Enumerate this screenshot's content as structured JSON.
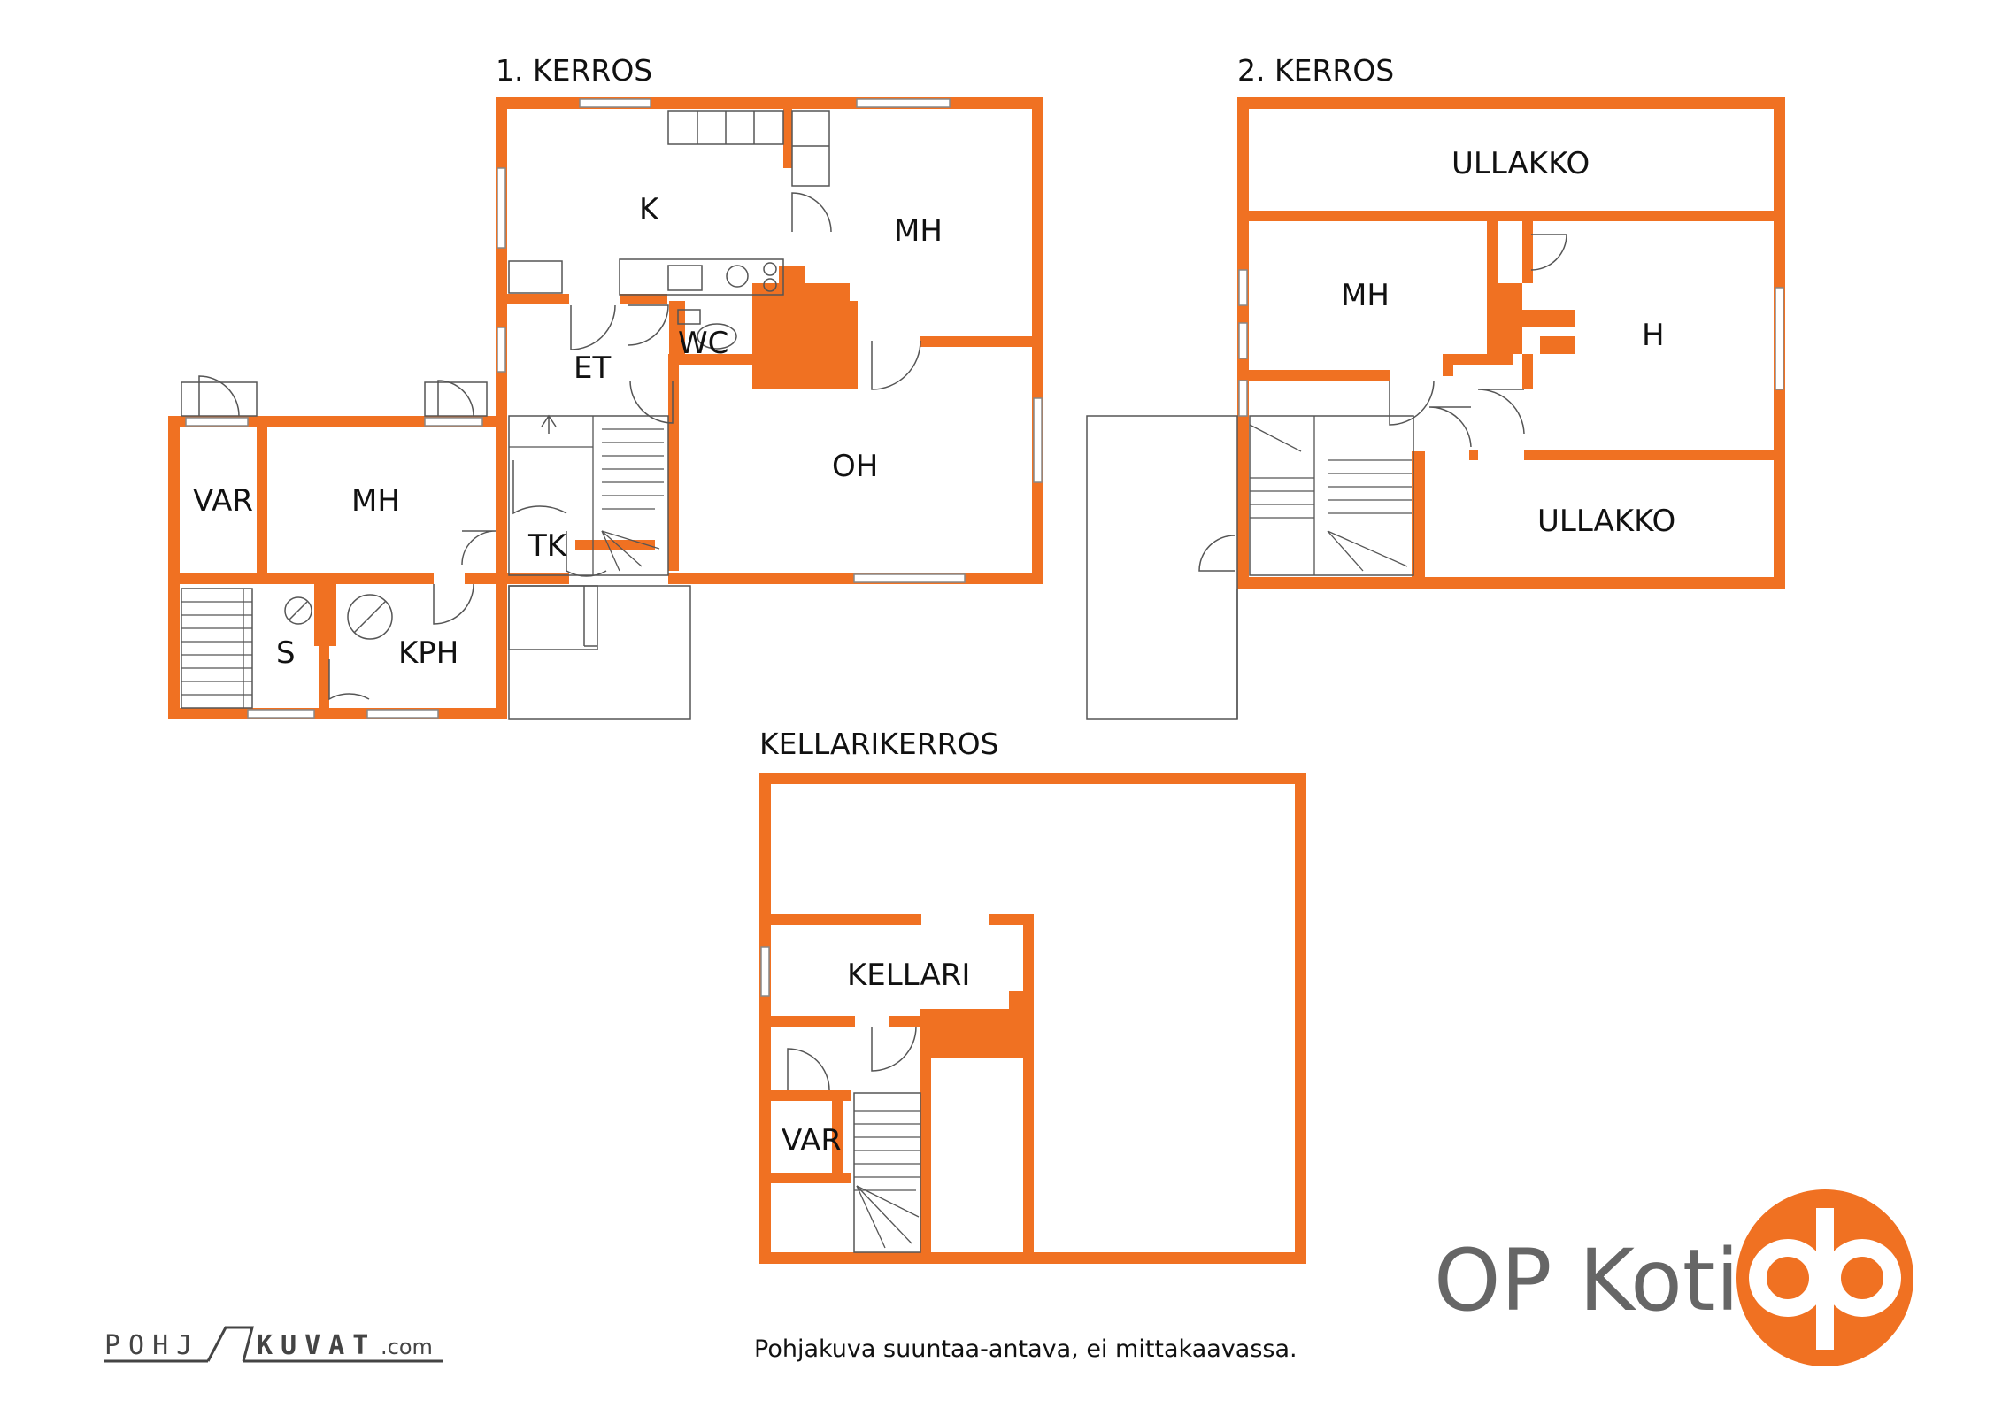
{
  "floors": {
    "first": {
      "title": "1. KERROS",
      "rooms": {
        "k": "K",
        "mh_main": "MH",
        "et": "ET",
        "wc": "WC",
        "oh": "OH",
        "tk": "TK",
        "var": "VAR",
        "mh_wing": "MH",
        "s": "S",
        "kph": "KPH"
      }
    },
    "second": {
      "title": "2. KERROS",
      "rooms": {
        "ullakko_top": "ULLAKKO",
        "mh": "MH",
        "h": "H",
        "ullakko_bottom": "ULLAKKO"
      }
    },
    "basement": {
      "title": "KELLARIKERROS",
      "rooms": {
        "kellari": "KELLARI",
        "var": "VAR"
      }
    }
  },
  "footer": {
    "disclaimer": "Pohjakuva suuntaa-antava, ei mittakaavassa.",
    "credit_left": "POHJ",
    "credit_right": "KUVAT",
    "credit_suffix": ".com"
  },
  "brand": {
    "name": "OP Koti",
    "logo": "op-logo",
    "color": "#f07122"
  }
}
